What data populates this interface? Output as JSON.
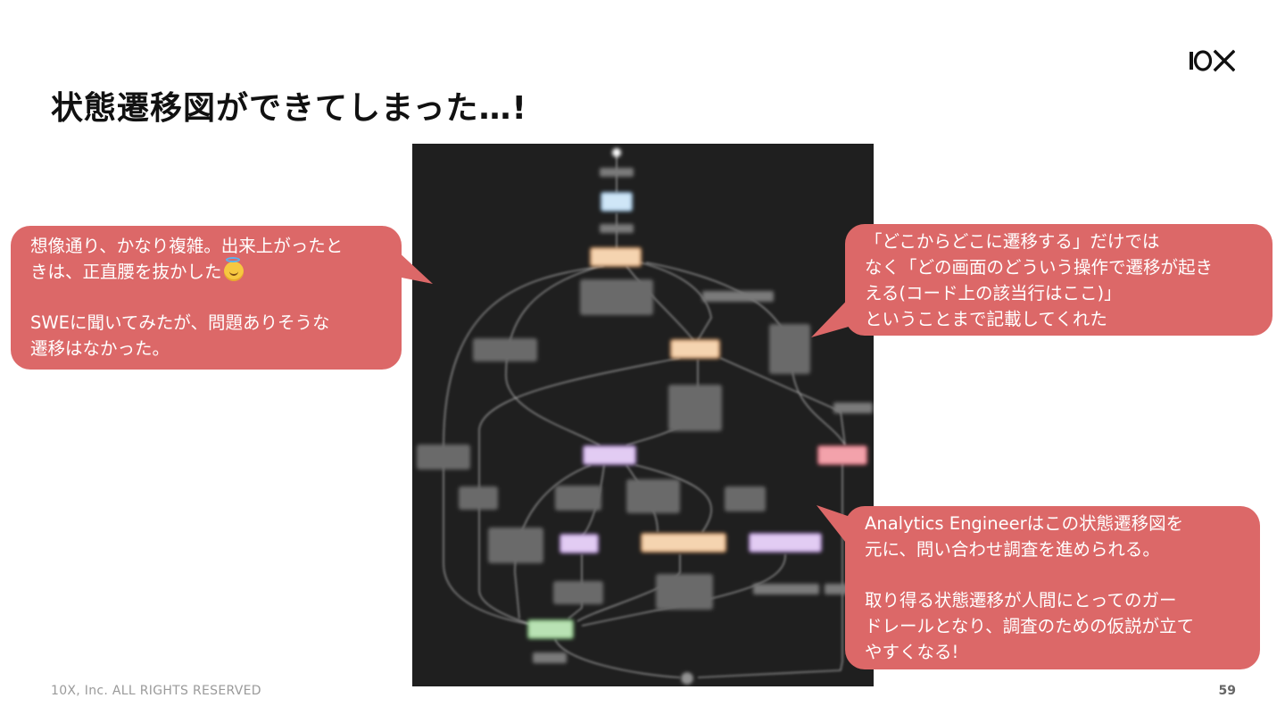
{
  "slide": {
    "title": "状態遷移図ができてしまった…!",
    "footer": "10X, Inc. ALL RIGHTS RESERVED",
    "page_number": "59",
    "logo_text": "10X"
  },
  "bubbles": {
    "left": {
      "line1": "想像通り、かなり複雑。出来上がったと",
      "line2": "きは、正直腰を抜かした",
      "emoji": "smiling-face-with-halo",
      "line3": "SWEに聞いてみたが、問題ありそうな",
      "line4": "遷移はなかった。"
    },
    "top_right": {
      "line1": "「どこからどこに遷移する」だけでは",
      "line2": "なく「どの画面のどういう操作で遷移が起き",
      "line3": "える(コード上の該当行はここ)」",
      "line4": "ということまで記載してくれた"
    },
    "bottom_right": {
      "line1": "Analytics Engineerはこの状態遷移図を",
      "line2": "元に、問い合わせ調査を進められる。",
      "line3": "取り得る状態遷移が人間にとってのガー",
      "line4": "ドレールとなり、調査のための仮説が立て",
      "line5": "やすくなる!"
    }
  },
  "colors": {
    "bubble": "#dc6868",
    "diagram_background": "#1f1f1f",
    "node_blue": "#cfe6f7",
    "node_orange": "#f5d4b0",
    "node_purple": "#e2ccf3",
    "node_red": "#f3a2ab",
    "node_green": "#b9e2b4"
  }
}
